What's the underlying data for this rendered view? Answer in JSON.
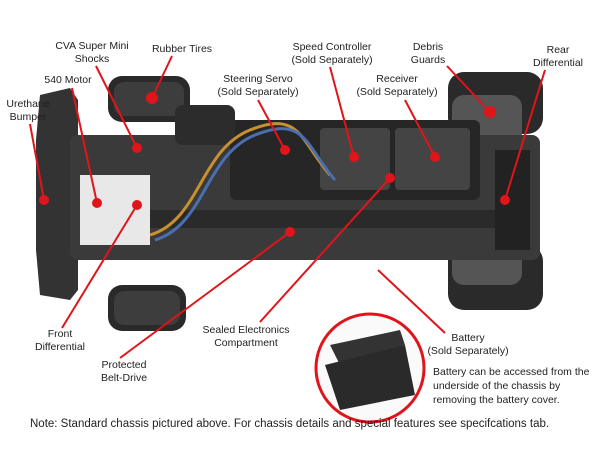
{
  "labels": {
    "cva_shocks": [
      "CVA Super Mini",
      "Shocks"
    ],
    "rubber_tires": [
      "Rubber Tires"
    ],
    "motor": [
      "540 Motor"
    ],
    "bumper": [
      "Urethane",
      "Bumper"
    ],
    "steering_servo": [
      "Steering Servo",
      "(Sold Separately)"
    ],
    "speed_controller": [
      "Speed Controller",
      "(Sold Separately)"
    ],
    "receiver": [
      "Receiver",
      "(Sold Separately)"
    ],
    "debris_guards": [
      "Debris",
      "Guards"
    ],
    "rear_diff": [
      "Rear",
      "Differential"
    ],
    "front_diff": [
      "Front",
      "Differential"
    ],
    "belt_drive": [
      "Protected",
      "Belt-Drive"
    ],
    "electronics": [
      "Sealed Electronics",
      "Compartment"
    ],
    "battery": [
      "Battery",
      "(Sold Separately)"
    ]
  },
  "battery_note": [
    "Battery can be accessed from the",
    "underside of the chassis by",
    "removing the battery cover."
  ],
  "footnote": "Note: Standard chassis pictured above. For chassis details and special features see specifcations tab.",
  "colors": {
    "callout": "#e0141b",
    "chassis": "#2e2e2e"
  }
}
